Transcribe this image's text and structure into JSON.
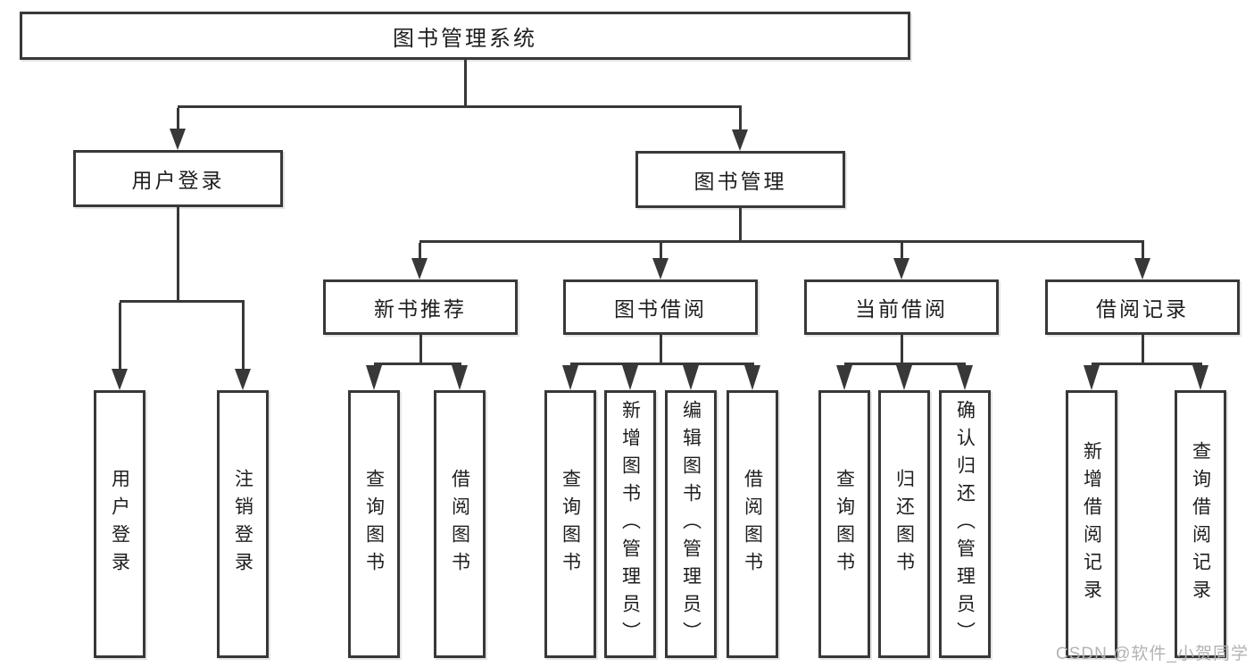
{
  "tree": {
    "root": {
      "label": "图书管理系统"
    },
    "branches": [
      {
        "label": "用户登录",
        "children": [
          {
            "label": "用户登录"
          },
          {
            "label": "注销登录"
          }
        ]
      },
      {
        "label": "图书管理",
        "children": [
          {
            "label": "新书推荐",
            "children": [
              {
                "label": "查询图书"
              },
              {
                "label": "借阅图书"
              }
            ]
          },
          {
            "label": "图书借阅",
            "children": [
              {
                "label": "查询图书"
              },
              {
                "label": "新增图书（管理员）"
              },
              {
                "label": "编辑图书（管理员）"
              },
              {
                "label": "借阅图书"
              }
            ]
          },
          {
            "label": "当前借阅",
            "children": [
              {
                "label": "查询图书"
              },
              {
                "label": "归还图书"
              },
              {
                "label": "确认归还（管理员）"
              }
            ]
          },
          {
            "label": "借阅记录",
            "children": [
              {
                "label": "新增借阅记录"
              },
              {
                "label": "查询借阅记录"
              }
            ]
          }
        ]
      }
    ]
  },
  "watermark": {
    "text": "CSDN @软件_小贺同学"
  },
  "colors": {
    "line": "#383838",
    "text": "#1e1e1e",
    "watermark": "#b3b3b3",
    "background": "#ffffff"
  }
}
